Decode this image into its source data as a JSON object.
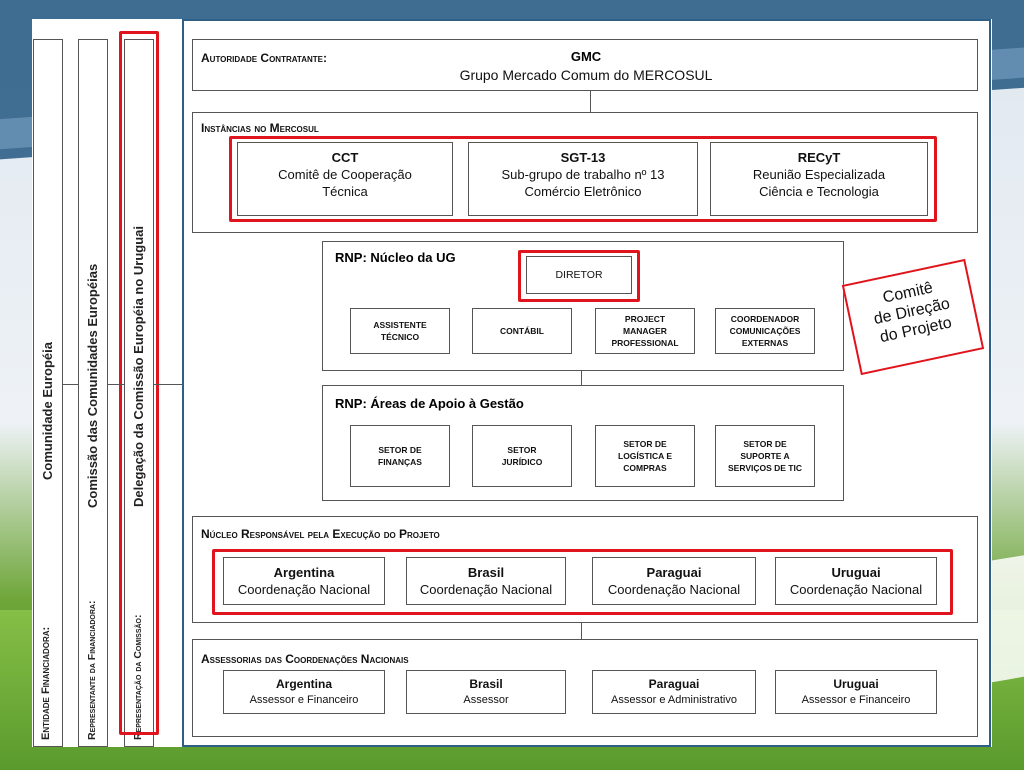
{
  "left_columns": {
    "col1": {
      "role": "Entidade Financiadora:",
      "name": "Comunidade  Européia"
    },
    "col2": {
      "role": "Representante da Financiadora:",
      "name": "Comissão  das  Comunidades  Européias"
    },
    "col3": {
      "role": "Representação da Comissão:",
      "name": "Delegação  da  Comissão  Européia no Uruguai"
    }
  },
  "autoridade": {
    "label": "Autoridade Contratante:",
    "acronym": "GMC",
    "name": "Grupo Mercado Comum do MERCOSUL"
  },
  "instancias": {
    "label": "Instâncias no Mercosul",
    "items": [
      {
        "acronym": "CCT",
        "line1": "Comitê de Cooperação",
        "line2": "Técnica"
      },
      {
        "acronym": "SGT-13",
        "line1": "Sub-grupo de trabalho nº 13",
        "line2": "Comércio Eletrônico"
      },
      {
        "acronym": "RECyT",
        "line1": "Reunião Especializada",
        "line2": "Ciência e Tecnologia"
      }
    ]
  },
  "nucleo_ug": {
    "label": "RNP: Núcleo da UG",
    "director": "DIRETOR",
    "roles": [
      {
        "l1": "ASSISTENTE",
        "l2": "TÉCNICO",
        "l3": ""
      },
      {
        "l1": "CONTÁBIL",
        "l2": "",
        "l3": ""
      },
      {
        "l1": "PROJECT",
        "l2": "MANAGER",
        "l3": "PROFESSIONAL"
      },
      {
        "l1": "COORDENADOR",
        "l2": "COMUNICAÇÕES",
        "l3": "EXTERNAS"
      }
    ]
  },
  "areas_apoio": {
    "label": "RNP: Áreas de Apoio à Gestão",
    "items": [
      {
        "l1": "SETOR DE",
        "l2": "FINANÇAS",
        "l3": ""
      },
      {
        "l1": "SETOR",
        "l2": "JURÍDICO",
        "l3": ""
      },
      {
        "l1": "SETOR DE",
        "l2": "LOGÍSTICA E",
        "l3": "COMPRAS"
      },
      {
        "l1": "SETOR DE",
        "l2": "SUPORTE A",
        "l3": "SERVIÇOS DE TIC"
      }
    ]
  },
  "comite_callout": {
    "l1": "Comitê",
    "l2": "de Direção",
    "l3": "do Projeto"
  },
  "nucleo_exec": {
    "label": "Núcleo Responsável pela Execução do Projeto",
    "items": [
      {
        "country": "Argentina",
        "role": "Coordenação Nacional"
      },
      {
        "country": "Brasil",
        "role": "Coordenação Nacional"
      },
      {
        "country": "Paraguai",
        "role": "Coordenação Nacional"
      },
      {
        "country": "Uruguai",
        "role": "Coordenação Nacional"
      }
    ]
  },
  "assessorias": {
    "label": "Assessorias das Coordenações Nacionais",
    "items": [
      {
        "country": "Argentina",
        "role": "Assessor e Financeiro"
      },
      {
        "country": "Brasil",
        "role": "Assessor"
      },
      {
        "country": "Paraguai",
        "role": "Assessor e Administrativo"
      },
      {
        "country": "Uruguai",
        "role": "Assessor e Financeiro"
      }
    ]
  },
  "colors": {
    "accent_red": "#e0141c",
    "border": "#555555",
    "frame_blue": "#2e5f87"
  }
}
